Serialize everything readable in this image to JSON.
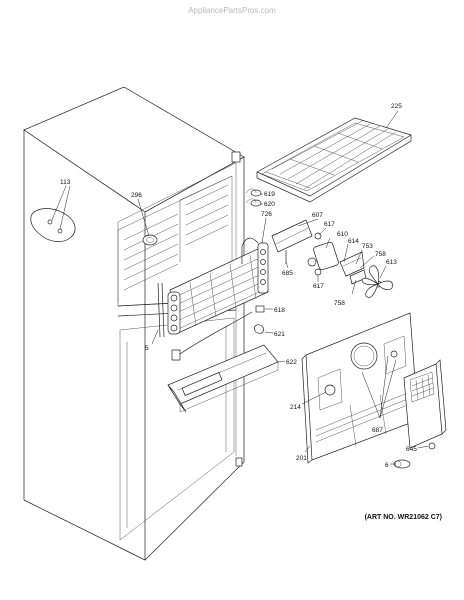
{
  "watermark": "AppliancePartsPros.com",
  "art_number": "(ART NO. WR21062 C7)",
  "callouts": [
    {
      "id": "225",
      "text": "225"
    },
    {
      "id": "113",
      "text": "113"
    },
    {
      "id": "296",
      "text": "296"
    },
    {
      "id": "619",
      "text": "619"
    },
    {
      "id": "620",
      "text": "620"
    },
    {
      "id": "726",
      "text": "726"
    },
    {
      "id": "607",
      "text": "607"
    },
    {
      "id": "617a",
      "text": "617"
    },
    {
      "id": "610",
      "text": "610"
    },
    {
      "id": "614",
      "text": "614"
    },
    {
      "id": "753",
      "text": "753"
    },
    {
      "id": "758a",
      "text": "758"
    },
    {
      "id": "613",
      "text": "613"
    },
    {
      "id": "685",
      "text": "685"
    },
    {
      "id": "617b",
      "text": "617"
    },
    {
      "id": "758b",
      "text": "758"
    },
    {
      "id": "618",
      "text": "618"
    },
    {
      "id": "5",
      "text": "5"
    },
    {
      "id": "621",
      "text": "621"
    },
    {
      "id": "622",
      "text": "622"
    },
    {
      "id": "214",
      "text": "214"
    },
    {
      "id": "687",
      "text": "687"
    },
    {
      "id": "201",
      "text": "201"
    },
    {
      "id": "645",
      "text": "645"
    },
    {
      "id": "6",
      "text": "6"
    }
  ]
}
